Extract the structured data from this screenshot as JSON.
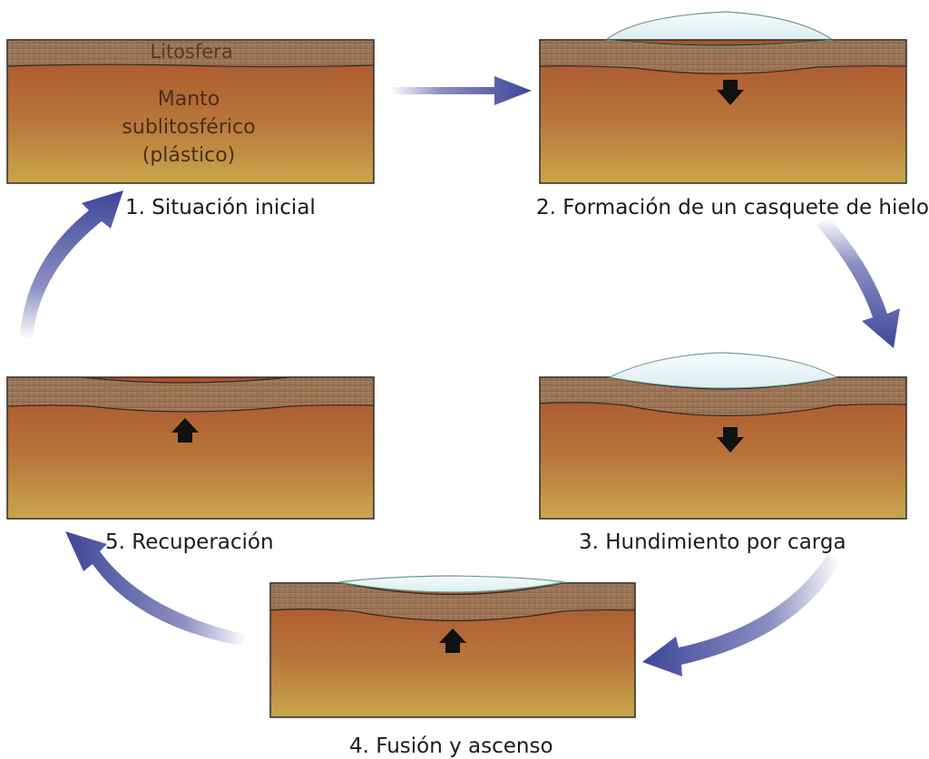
{
  "diagram": {
    "colors": {
      "lithosphere": "#9a7453",
      "mantle_top": "#b15a30",
      "mantle_bottom": "#c8a24a",
      "ice": "#e6f3f5",
      "arrow": "#3d4699",
      "outline": "#2b2b2b"
    },
    "stages": [
      {
        "caption": "1. Situación inicial",
        "lithosphere_label": "Litosfera",
        "mantle_label": [
          "Manto",
          "sublitosférico",
          "(plástico)"
        ]
      },
      {
        "caption": "2. Formación de un casquete de hielo",
        "movement": "down"
      },
      {
        "caption": "3. Hundimiento por carga",
        "movement": "down"
      },
      {
        "caption": "4. Fusión y ascenso",
        "movement": "up"
      },
      {
        "caption": "5. Recuperación",
        "movement": "up"
      }
    ],
    "cycle_arrows": [
      "1 to 2",
      "2 to 3",
      "3 to 4",
      "4 to 5",
      "5 to 1"
    ]
  }
}
